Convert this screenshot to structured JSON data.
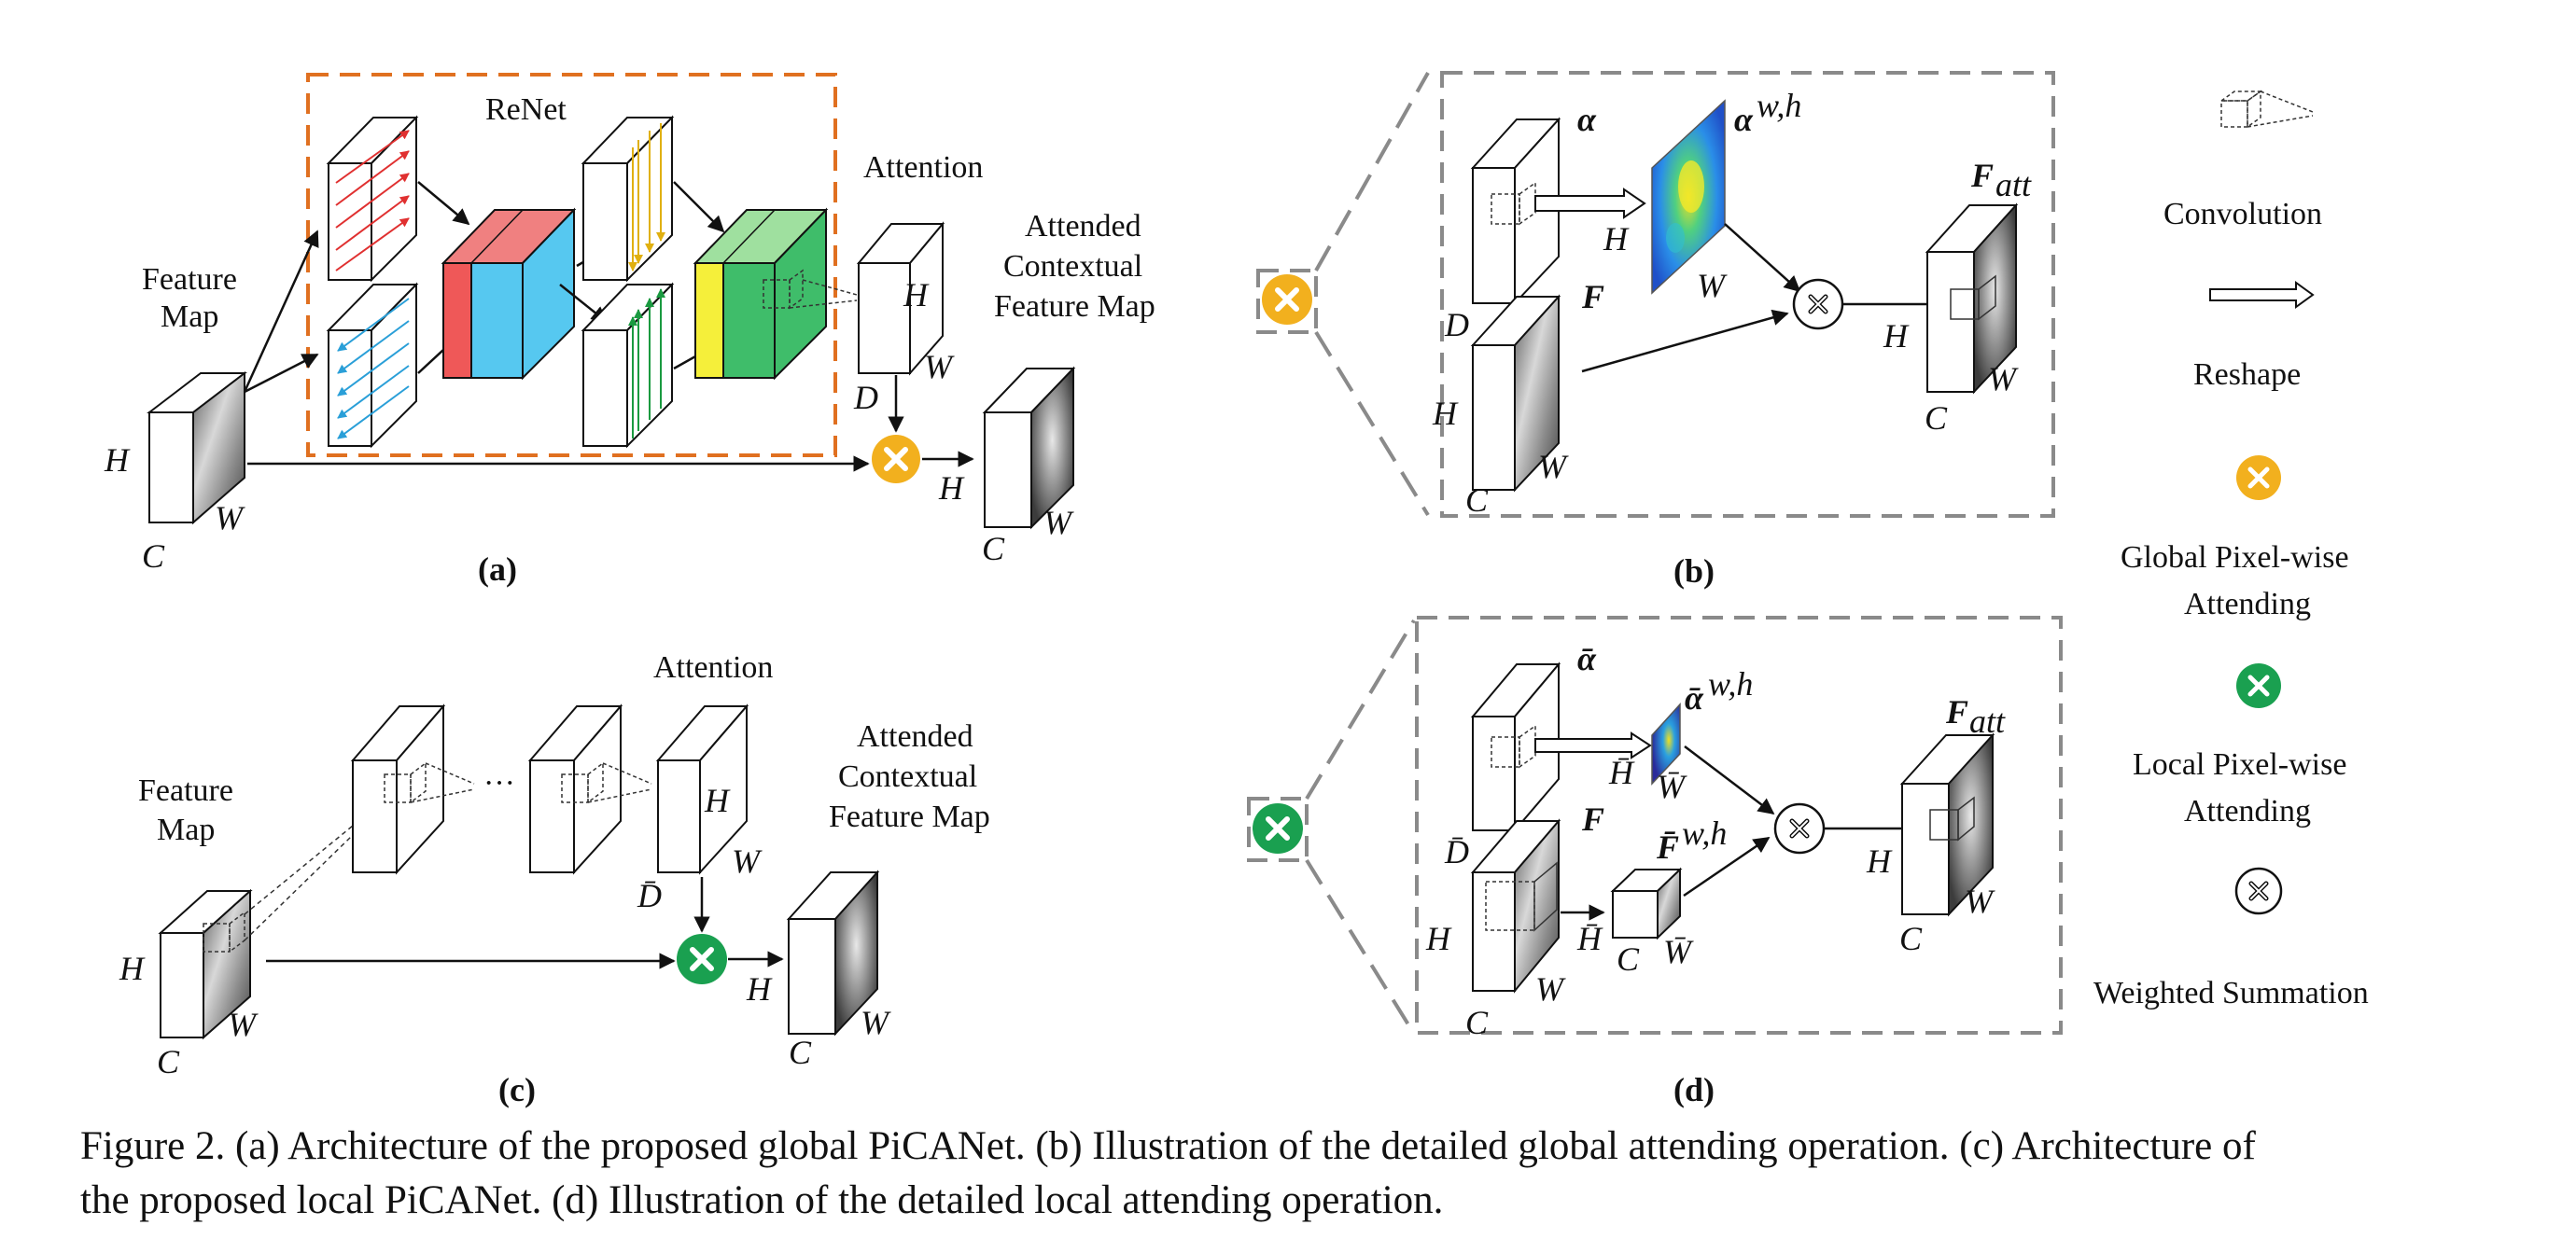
{
  "panel_a": {
    "renet": "ReNet",
    "attention": "Attention",
    "feature_map": [
      "Feature",
      "Map"
    ],
    "attended": [
      "Attended",
      "Contextual",
      "Feature Map"
    ],
    "H": "H",
    "W": "W",
    "C": "C",
    "D": "D",
    "label": "(a)"
  },
  "panel_b": {
    "alpha": "α",
    "alpha_wh": "α",
    "alpha_wh_sup": "w,h",
    "F": "F",
    "F_att": "F",
    "F_att_sub": "att",
    "H": "H",
    "W": "W",
    "C": "C",
    "D": "D",
    "label": "(b)"
  },
  "panel_c": {
    "attention": "Attention",
    "feature_map": [
      "Feature",
      "Map"
    ],
    "attended": [
      "Attended",
      "Contextual",
      "Feature Map"
    ],
    "dots": "···",
    "H": "H",
    "W": "W",
    "C": "C",
    "D": "D̄",
    "label": "(c)"
  },
  "panel_d": {
    "alpha_bar": "ᾱ",
    "alpha_bar_wh": "ᾱ",
    "alpha_bar_wh_sup": "w,h",
    "F": "F",
    "F_wh": "F̄",
    "F_wh_sup": "w,h",
    "F_att": "F",
    "F_att_sub": "att",
    "H": "H",
    "W": "W",
    "C": "C",
    "D": "D̄",
    "H_bar": "H̄",
    "W_bar": "W̄",
    "label": "(d)"
  },
  "legend": {
    "convolution": "Convolution",
    "reshape": "Reshape",
    "global": [
      "Global Pixel-wise",
      "Attending"
    ],
    "local": [
      "Local Pixel-wise",
      "Attending"
    ],
    "weighted": "Weighted Summation"
  },
  "caption": {
    "line1": "Figure 2. (a) Architecture of the proposed global PiCANet. (b) Illustration of the detailed global attending operation. (c) Architecture of",
    "line2": "the proposed local PiCANet. (d) Illustration of the detailed local attending operation."
  },
  "colors": {
    "orange_dash": "#e07020",
    "gray_dash": "#8a8a8a",
    "global_circle": "#f2b01e",
    "local_circle": "#1aa050",
    "red": "#ef5858",
    "cyan": "#56c8f0",
    "yellow": "#f5ef3a",
    "green": "#3fbd6a"
  }
}
